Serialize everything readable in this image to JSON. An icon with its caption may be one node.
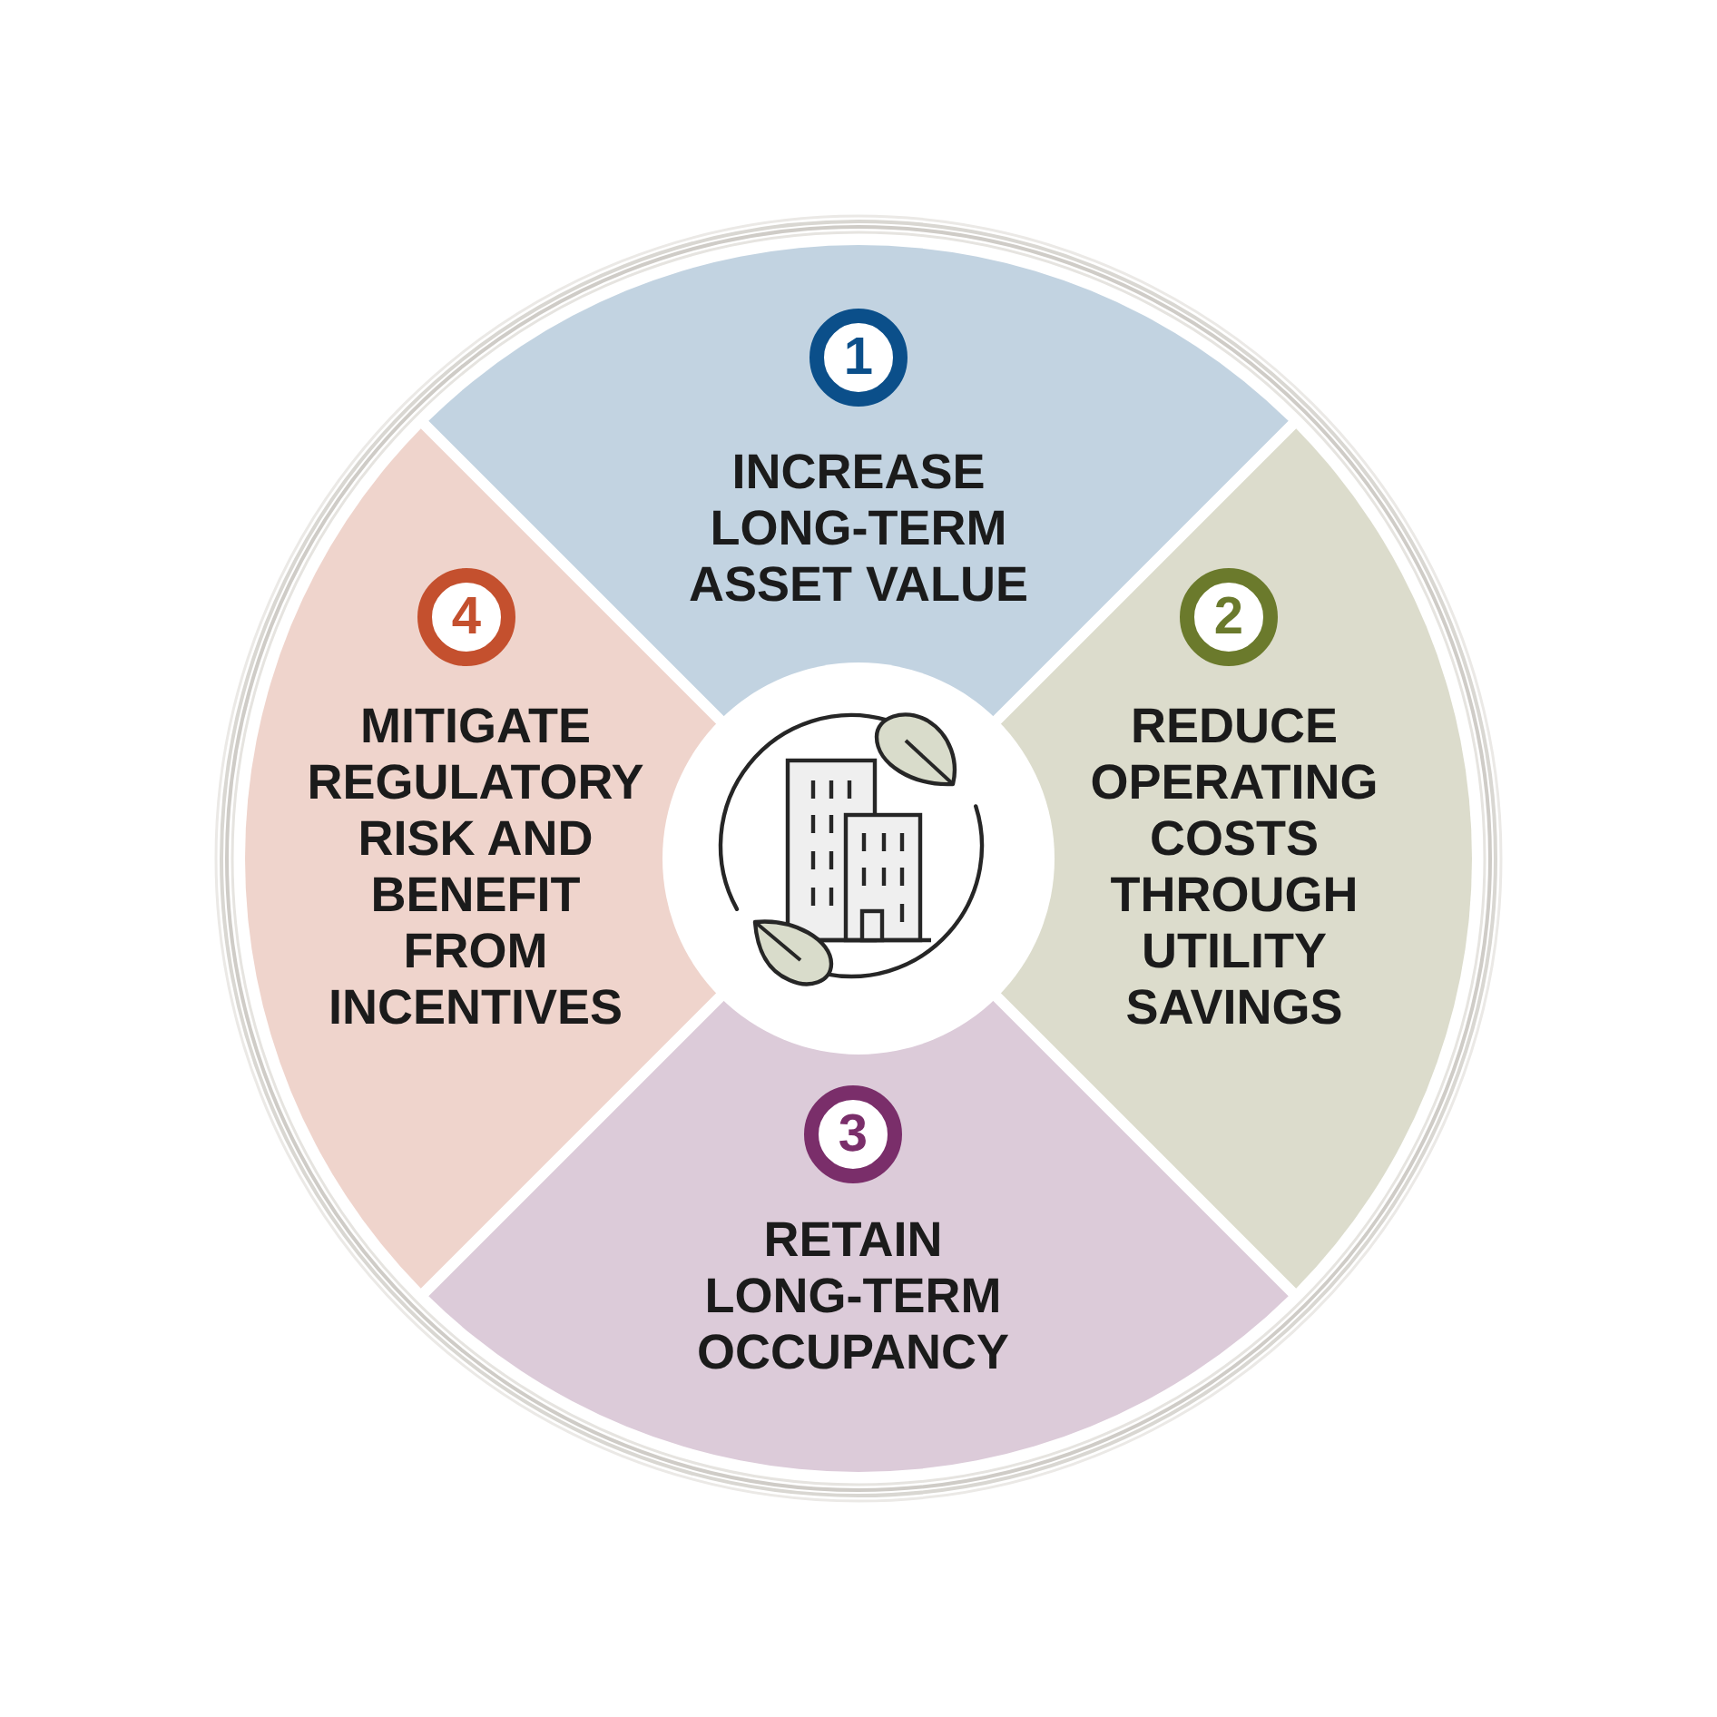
{
  "diagram": {
    "nodes": [
      {
        "text": [
          "INCREASE LONG-TERM ASSET VALUE"
        ]
      },
      {
        "text": [
          "1"
        ],
        "in": 0
      },
      {
        "text": [
          "REDUCE OPERATING COSTS THROUGH UTILITY SAVINGS"
        ]
      },
      {
        "text": [
          "2"
        ],
        "in": 2
      },
      {
        "text": [
          "RETAIN LONG-TERM OCCUPANCY"
        ]
      },
      {
        "text": [
          "3"
        ],
        "in": 4
      },
      {
        "text": [
          "MITIGATE REGULATORY RISK AND BENEFIT FROM INCENTIVES"
        ]
      },
      {
        "text": [
          "4"
        ],
        "in": 6
      }
    ]
  }
}
